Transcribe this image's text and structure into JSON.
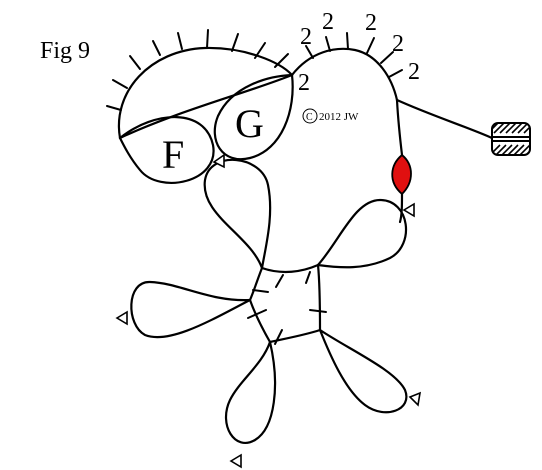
{
  "figure": {
    "label": "Fig 9",
    "copyright": "2012 JW"
  },
  "rings": [
    {
      "letter": "F"
    },
    {
      "letter": "G"
    }
  ],
  "stitch_counts": [
    "2",
    "2",
    "2",
    "2",
    "2",
    "2"
  ],
  "colors": {
    "line": "#000000",
    "background": "#ffffff",
    "bead": "#e01010"
  },
  "icons": {
    "shuttle": "shuttle-icon",
    "bead": "bead-icon",
    "picot": "picot-triangle-icon",
    "copyright": "copyright-icon"
  }
}
